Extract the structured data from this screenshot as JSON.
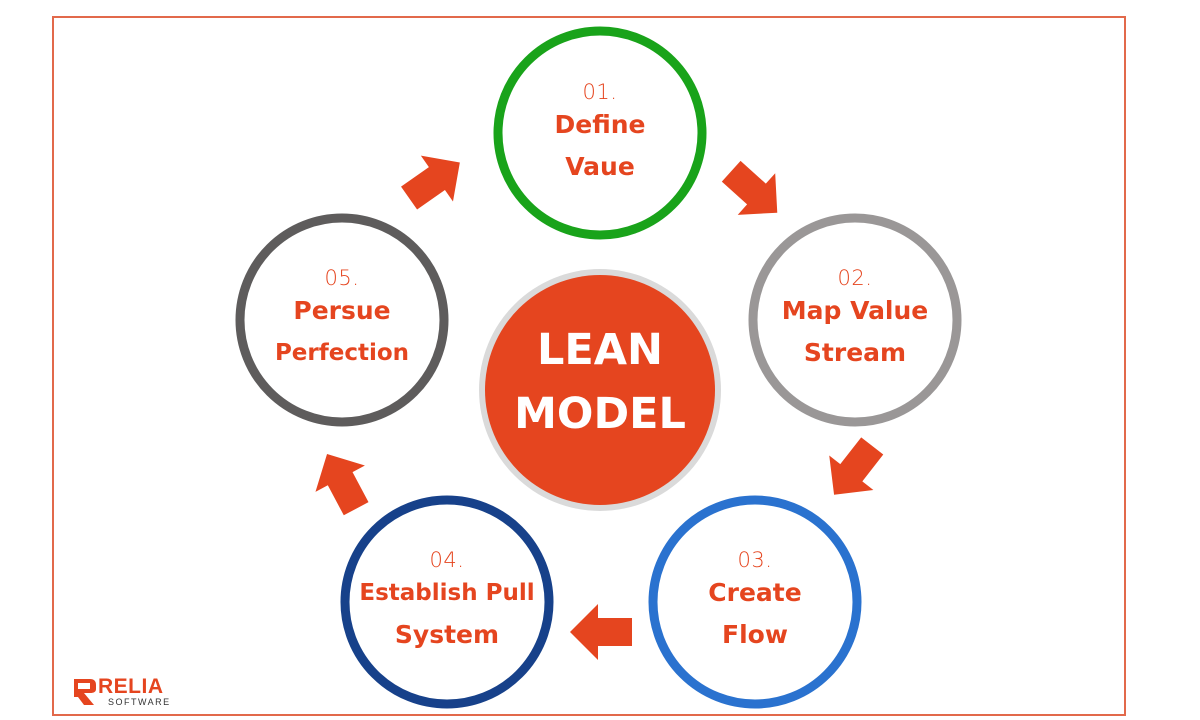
{
  "diagram": {
    "center": {
      "line1": "LEAN",
      "line2": "MODEL"
    },
    "steps": [
      {
        "number": "01.",
        "line1": "Define",
        "line2": "Vaue",
        "ring_color": "#19a31a"
      },
      {
        "number": "02.",
        "line1": "Map Value",
        "line2": "Stream",
        "ring_color": "#9a9797"
      },
      {
        "number": "03.",
        "line1": "Create",
        "line2": "Flow",
        "ring_color": "#2a72cf"
      },
      {
        "number": "04.",
        "line1": "Establish Pull",
        "line2": "System",
        "ring_color": "#17418a"
      },
      {
        "number": "05.",
        "line1": "Persue",
        "line2": "Perfection",
        "ring_color": "#5e5c5c"
      }
    ],
    "colors": {
      "accent": "#e5451f",
      "frame": "#e2694b",
      "center_fill": "#e5451f",
      "center_ring": "#dadada"
    }
  },
  "logo": {
    "word": "RELIA",
    "sub": "SOFTWARE"
  }
}
